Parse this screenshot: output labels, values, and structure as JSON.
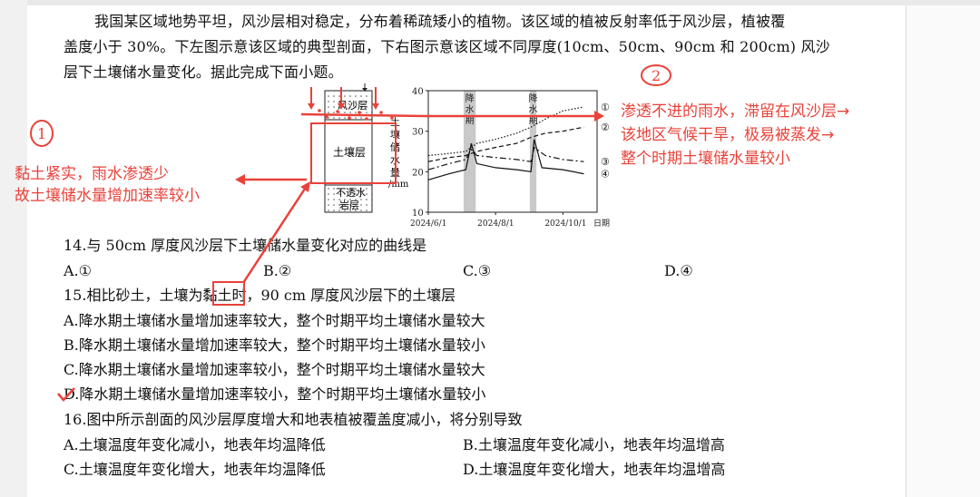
{
  "passage": {
    "line1": "我国某区域地势平坦，风沙层相对稳定，分布着稀疏矮小的植物。该区域的植被反射率低于风沙层，植被覆",
    "line2": "盖度小于 30%。下左图示意该区域的典型剖面，下右图示意该区域不同厚度(10cm、50cm、90cm 和 200cm) 风沙",
    "line3": "层下土壤储水量变化。据此完成下面小题。"
  },
  "profile": {
    "top_label": "风沙层",
    "middle_label": "土壤层",
    "bottom_label_1": "不透水",
    "bottom_label_2": "岩层",
    "axis_label_chars": [
      "土",
      "壤",
      "储",
      "水",
      "量"
    ],
    "axis_unit": "/mm"
  },
  "chart_data": {
    "type": "line",
    "title": "",
    "xlabel": "日期",
    "ylabel": "土壤储水量/mm",
    "ylim": [
      10,
      40
    ],
    "yticks": [
      10,
      20,
      30,
      40
    ],
    "xtick_labels": [
      "2024/6/1",
      "2024/8/1",
      "2024/10/1"
    ],
    "shaded_periods": [
      {
        "label": "降水期",
        "start": "2024/7/3",
        "end": "2024/7/14"
      },
      {
        "label": "降水期",
        "start": "2024/9/1",
        "end": "2024/9/7"
      }
    ],
    "series_labels": [
      "①",
      "②",
      "③",
      "④"
    ],
    "series": [
      {
        "name": "①",
        "style": "dotted",
        "x": [
          "2024/6/1",
          "2024/6/20",
          "2024/7/5",
          "2024/7/15",
          "2024/8/1",
          "2024/8/20",
          "2024/9/2",
          "2024/9/15",
          "2024/10/1",
          "2024/10/20"
        ],
        "values": [
          24,
          24.5,
          25,
          27,
          28,
          29.5,
          31,
          33,
          35,
          36
        ]
      },
      {
        "name": "②",
        "style": "dashed",
        "x": [
          "2024/6/1",
          "2024/6/20",
          "2024/7/5",
          "2024/7/15",
          "2024/8/1",
          "2024/8/20",
          "2024/9/2",
          "2024/9/15",
          "2024/10/1",
          "2024/10/20"
        ],
        "values": [
          22.5,
          23.5,
          24,
          25,
          26,
          27,
          28.5,
          29.5,
          30,
          31
        ]
      },
      {
        "name": "③",
        "style": "dash-dot",
        "x": [
          "2024/6/1",
          "2024/6/20",
          "2024/7/5",
          "2024/7/10",
          "2024/7/15",
          "2024/8/1",
          "2024/8/20",
          "2024/9/2",
          "2024/9/5",
          "2024/9/15",
          "2024/10/1",
          "2024/10/20"
        ],
        "values": [
          20.5,
          22,
          23,
          25.5,
          24,
          23.5,
          23,
          22.5,
          26,
          24,
          23,
          22.5
        ]
      },
      {
        "name": "④",
        "style": "solid",
        "x": [
          "2024/6/1",
          "2024/6/20",
          "2024/7/5",
          "2024/7/10",
          "2024/7/15",
          "2024/8/1",
          "2024/8/20",
          "2024/9/2",
          "2024/9/5",
          "2024/9/12",
          "2024/10/1",
          "2024/10/20"
        ],
        "values": [
          18,
          19.5,
          20.5,
          27,
          22,
          21,
          20.5,
          20,
          28,
          21,
          20.5,
          19.5
        ]
      }
    ]
  },
  "questions": {
    "q14": {
      "stem": "14.与 50cm 厚度风沙层下土壤储水量变化对应的曲线是",
      "options": [
        "A.①",
        "B.②",
        "C.③",
        "D.④"
      ]
    },
    "q15": {
      "stem": "15.相比砂土，土壤为黏土时，90 cm 厚度风沙层下的土壤层",
      "options": [
        "A.降水期土壤储水量增加速率较大，整个时期平均土壤储水量较大",
        "B.降水期土壤储水量增加速率较大，整个时期平均土壤储水量较小",
        "C.降水期土壤储水量增加速率较小，整个时期平均土壤储水量较大",
        "D.降水期土壤储水量增加速率较小，整个时期平均土壤储水量较小"
      ]
    },
    "q16": {
      "stem": "16.图中所示剖面的风沙层厚度增大和地表植被覆盖度减小，将分别导致",
      "options": [
        "A.土壤温度年变化减小，地表年均温降低",
        "B.土壤温度年变化减小，地表年均温增高",
        "C.土壤温度年变化增大，地表年均温降低",
        "D.土壤温度年变化增大，地表年均温增高"
      ]
    }
  },
  "annotations": {
    "circle_1": "1",
    "circle_2": "2",
    "note_left_1": "黏土紧实，雨水渗透少",
    "note_left_2": "故土壤储水量增加速率较小",
    "note_right_1": "渗透不进的雨水，滞留在风沙层→",
    "note_right_2": "该地区气候干旱，极易被蒸发→",
    "note_right_3": "整个时期土壤储水量较小",
    "colors": {
      "ink": "#e8423a",
      "text": "#111111"
    }
  }
}
